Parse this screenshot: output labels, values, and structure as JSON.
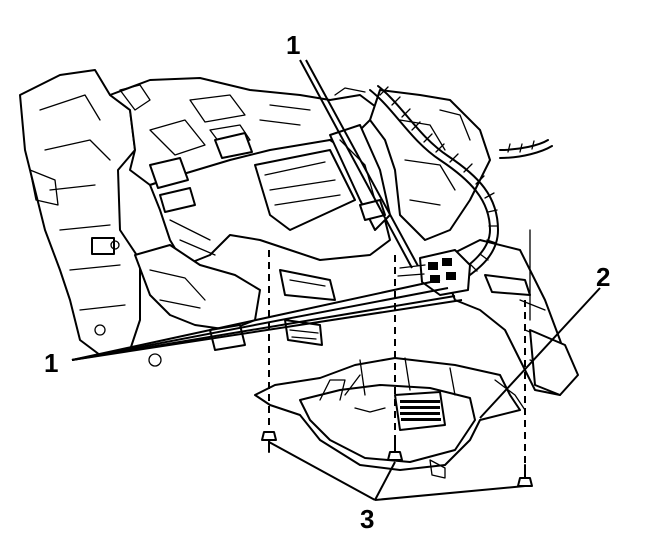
{
  "callouts": {
    "c1_top": "1",
    "c1_left": "1",
    "c2": "2",
    "c3": "3"
  },
  "icons": [
    "bolt-icon",
    "wiring-harness-icon",
    "module-housing-icon"
  ]
}
